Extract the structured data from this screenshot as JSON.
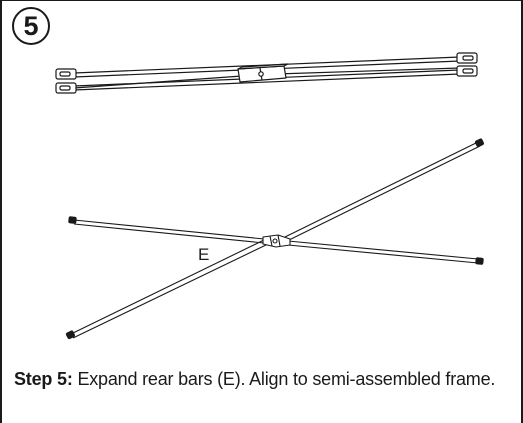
{
  "step": {
    "number": "5"
  },
  "diagram": {
    "part_label": "E"
  },
  "instruction": {
    "step_label": "Step 5:",
    "text": "Expand rear bars (E). Align to semi-assembled frame."
  }
}
